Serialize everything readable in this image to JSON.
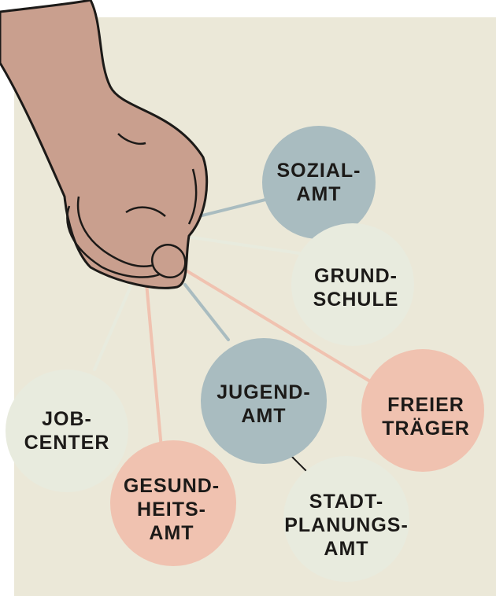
{
  "illustration": {
    "subject": "hand-holding-strings",
    "colors": {
      "background": "#ebe8d8",
      "skin": "#c99f8e",
      "blue": "#a9bcc0",
      "cream": "#e8ebde",
      "salmon": "#f0c2b0",
      "outline": "#1c1a18"
    },
    "balloons": [
      {
        "id": "sozialamt",
        "lines": [
          "SOZIAL-",
          "AMT"
        ],
        "color": "blue"
      },
      {
        "id": "grundschule",
        "lines": [
          "GRUND-",
          "SCHULE"
        ],
        "color": "cream"
      },
      {
        "id": "jugendamt",
        "lines": [
          "JUGEND-",
          "AMT"
        ],
        "color": "blue"
      },
      {
        "id": "freier-traeger",
        "lines": [
          "FREIER",
          "TRÄGER"
        ],
        "color": "salmon"
      },
      {
        "id": "jobcenter",
        "lines": [
          "JOB-",
          "CENTER"
        ],
        "color": "cream"
      },
      {
        "id": "gesundheitsamt",
        "lines": [
          "GESUND-",
          "HEITS-",
          "AMT"
        ],
        "color": "salmon"
      },
      {
        "id": "stadtplanungsamt",
        "lines": [
          "STADT-",
          "PLANUNGS-",
          "AMT"
        ],
        "color": "cream"
      }
    ]
  }
}
